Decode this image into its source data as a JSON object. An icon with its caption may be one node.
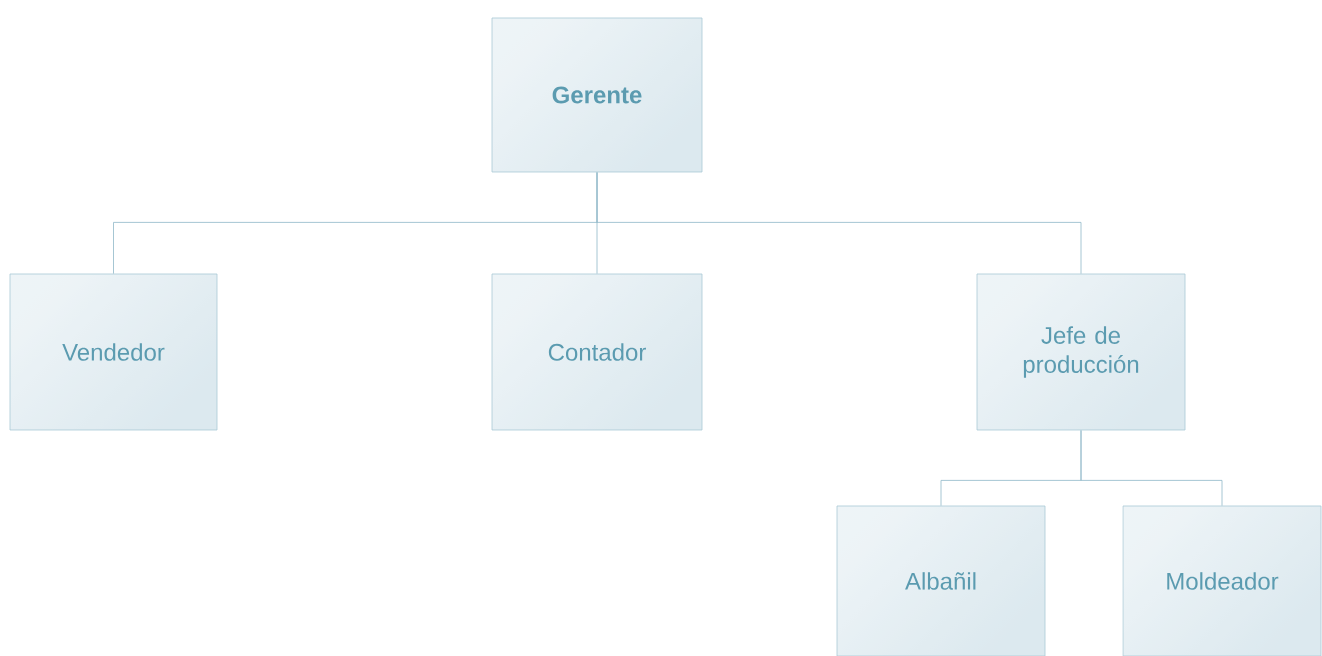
{
  "diagram": {
    "nodes": [
      {
        "text": [
          "Gerente"
        ]
      },
      {
        "text": [
          "Vendedor"
        ]
      },
      {
        "text": [
          "Contador"
        ]
      },
      {
        "text": [
          "Jefe de producción"
        ]
      },
      {
        "text": [
          "Albañil"
        ]
      },
      {
        "text": [
          "Moldeador"
        ]
      }
    ],
    "edges": [
      {
        "from": 0,
        "to": 1,
        "arrow": "none"
      },
      {
        "from": 0,
        "to": 2,
        "arrow": "none"
      },
      {
        "from": 0,
        "to": 3,
        "arrow": "none"
      },
      {
        "from": 3,
        "to": 4,
        "arrow": "none"
      },
      {
        "from": 3,
        "to": 5,
        "arrow": "none"
      }
    ]
  }
}
